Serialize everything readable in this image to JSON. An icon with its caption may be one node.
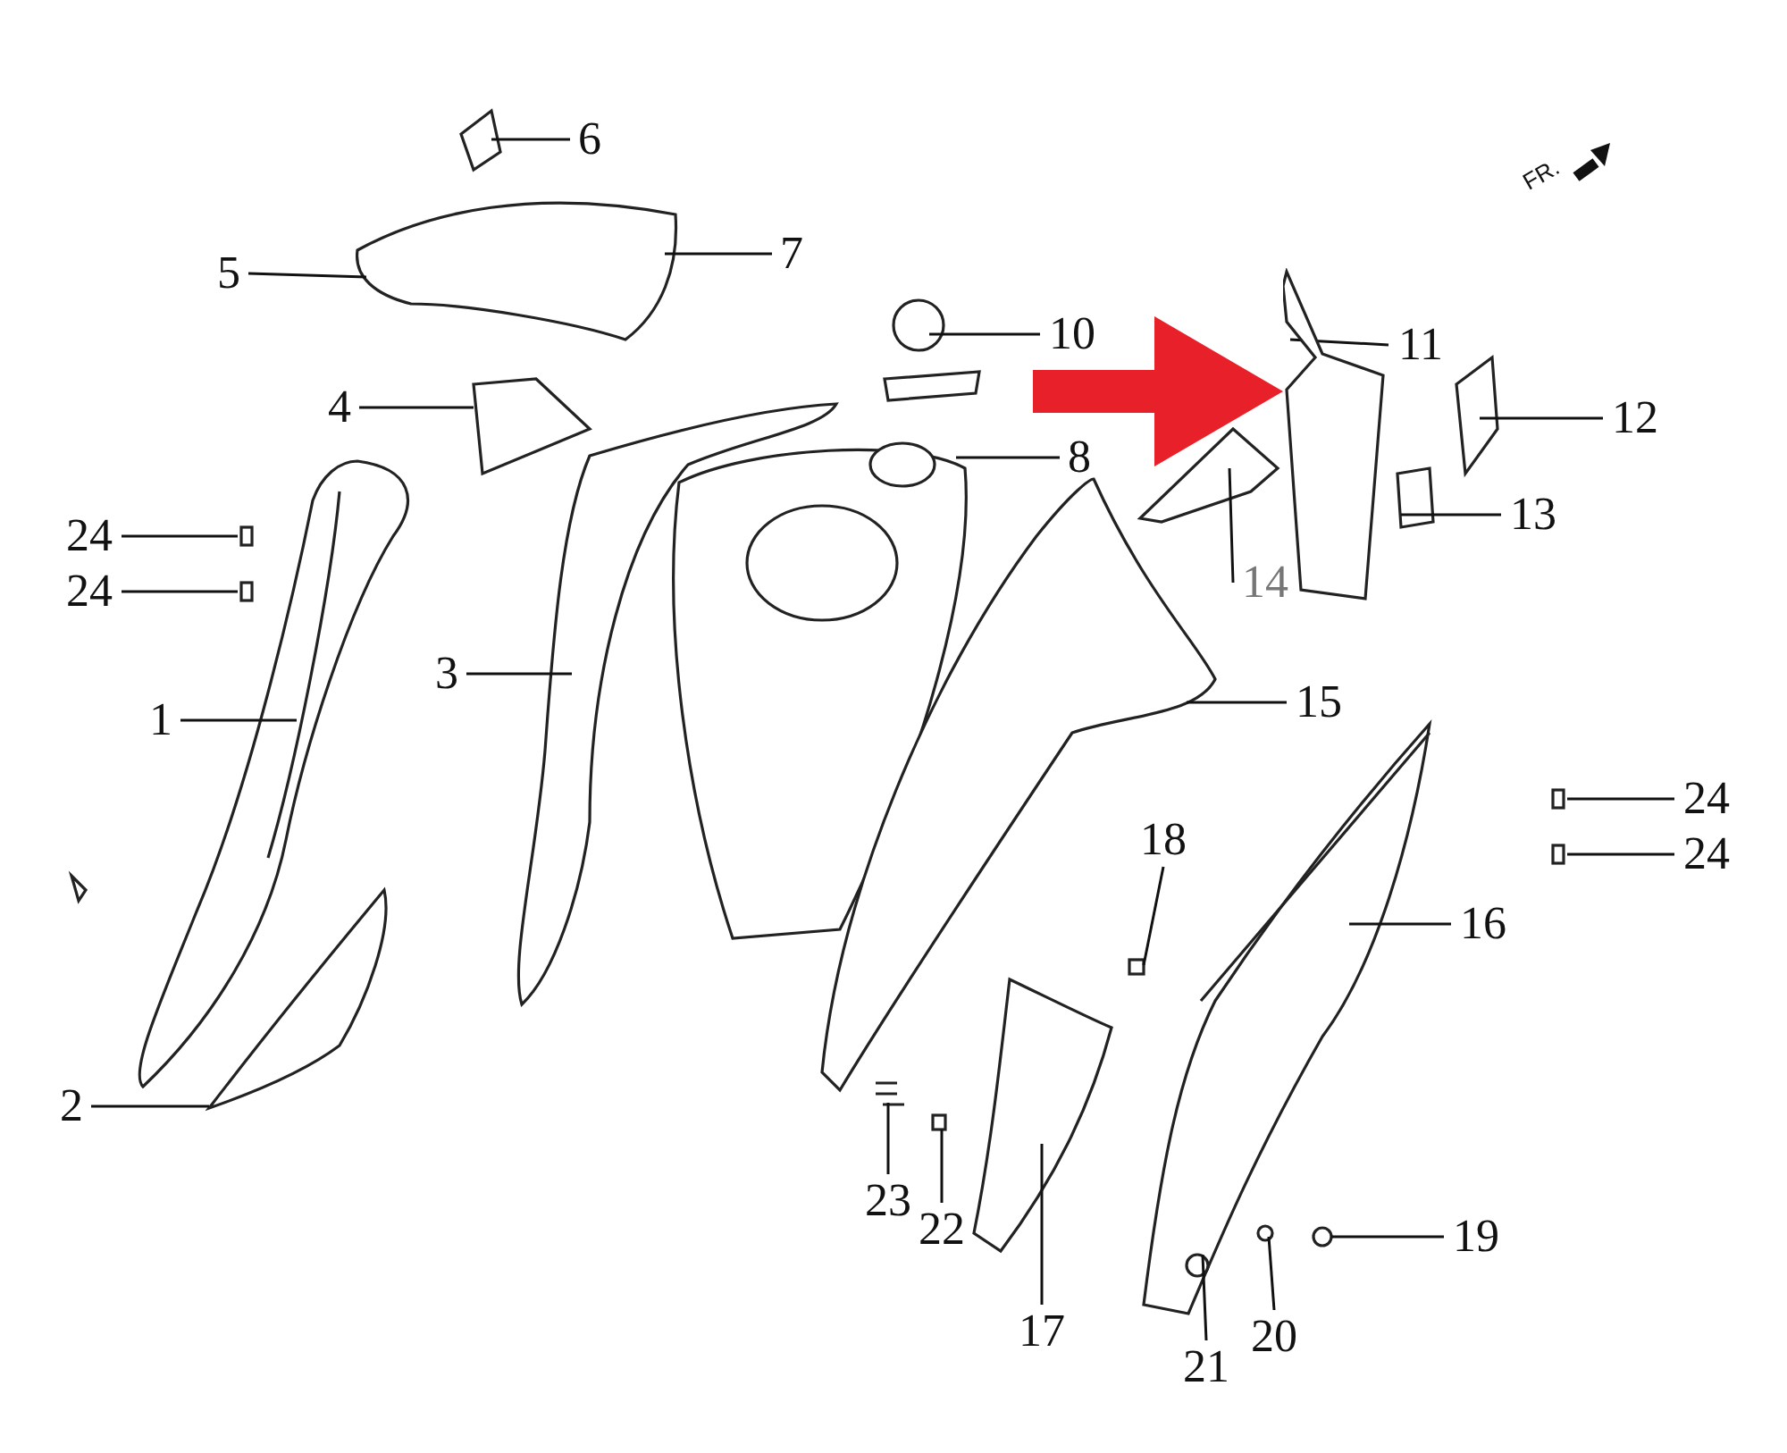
{
  "diagram": {
    "nodes": [
      {
        "text": [
          "6"
        ]
      },
      {
        "text": [
          "5"
        ]
      },
      {
        "text": [
          "7"
        ]
      },
      {
        "text": [
          "10"
        ]
      },
      {
        "text": [
          "11"
        ]
      },
      {
        "text": [
          "4"
        ]
      },
      {
        "text": [
          "12"
        ]
      },
      {
        "text": [
          "8"
        ]
      },
      {
        "text": [
          "24"
        ]
      },
      {
        "text": [
          "24"
        ]
      },
      {
        "text": [
          "13"
        ]
      },
      {
        "text": [
          "14"
        ]
      },
      {
        "text": [
          "3"
        ]
      },
      {
        "text": [
          "1"
        ]
      },
      {
        "text": [
          "15"
        ]
      },
      {
        "text": [
          "24"
        ]
      },
      {
        "text": [
          "24"
        ]
      },
      {
        "text": [
          "18"
        ]
      },
      {
        "text": [
          "16"
        ]
      },
      {
        "text": [
          "2"
        ]
      },
      {
        "text": [
          "23"
        ]
      },
      {
        "text": [
          "22"
        ]
      },
      {
        "text": [
          "19"
        ]
      },
      {
        "text": [
          "17"
        ]
      },
      {
        "text": [
          "20"
        ]
      },
      {
        "text": [
          "21"
        ]
      },
      {
        "text": [],
        "shape": "picture"
      }
    ],
    "edges": [
      {
        "from": 0,
        "to": null,
        "arrow": "none"
      },
      {
        "from": 1,
        "to": null,
        "arrow": "none"
      },
      {
        "from": 2,
        "to": null,
        "arrow": "none"
      },
      {
        "from": 3,
        "to": null,
        "arrow": "none"
      },
      {
        "from": 4,
        "to": 26,
        "arrow": "none"
      },
      {
        "from": 5,
        "to": null,
        "arrow": "none"
      },
      {
        "from": 6,
        "to": null,
        "arrow": "none"
      },
      {
        "from": 7,
        "to": null,
        "arrow": "none"
      },
      {
        "from": 8,
        "to": null,
        "arrow": "none"
      },
      {
        "from": 9,
        "to": null,
        "arrow": "none"
      },
      {
        "from": 10,
        "to": null,
        "arrow": "none"
      },
      {
        "from": 11,
        "to": null,
        "arrow": "none"
      },
      {
        "from": 12,
        "to": null,
        "arrow": "none"
      },
      {
        "from": 13,
        "to": null,
        "arrow": "none"
      },
      {
        "from": 14,
        "to": null,
        "arrow": "none"
      },
      {
        "from": 15,
        "to": null,
        "arrow": "none"
      },
      {
        "from": 16,
        "to": null,
        "arrow": "none"
      },
      {
        "from": 17,
        "to": null,
        "arrow": "none"
      },
      {
        "from": 18,
        "to": null,
        "arrow": "none"
      },
      {
        "from": 19,
        "to": null,
        "arrow": "none"
      },
      {
        "from": 20,
        "to": null,
        "arrow": "none"
      },
      {
        "from": 21,
        "to": null,
        "arrow": "none"
      },
      {
        "from": 22,
        "to": null,
        "arrow": "none"
      },
      {
        "from": 23,
        "to": null,
        "arrow": "none"
      },
      {
        "from": 24,
        "to": null,
        "arrow": "none"
      },
      {
        "from": 25,
        "to": null,
        "arrow": "none"
      },
      {
        "from": null,
        "to": 26,
        "arrow": "to",
        "style": "thick",
        "color": "#e8202a"
      }
    ],
    "labels": [
      "FR."
    ]
  }
}
